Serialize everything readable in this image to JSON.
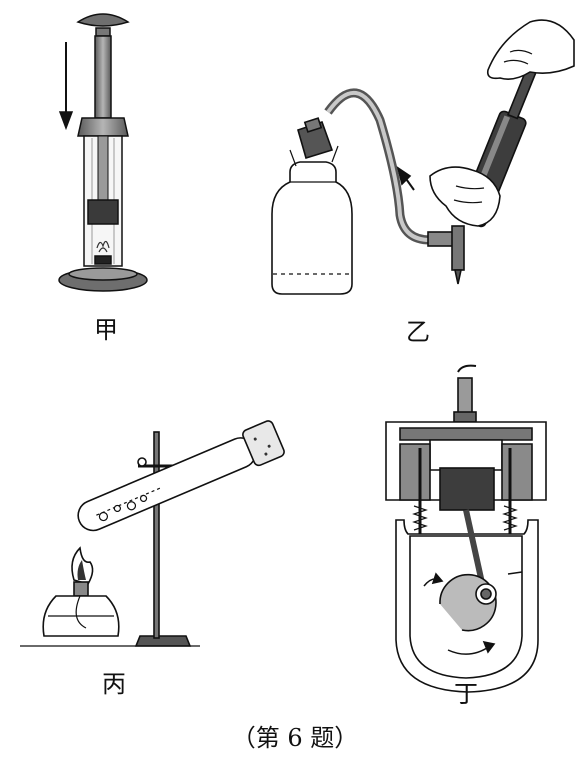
{
  "panels": [
    {
      "label": "甲"
    },
    {
      "label": "乙"
    },
    {
      "label": "丙"
    },
    {
      "label": "丁"
    }
  ],
  "caption": "（第 6 题）",
  "colors": {
    "ink": "#111111",
    "dark": "#555555",
    "mid": "#8a8a8a",
    "light": "#cfcfcf"
  }
}
